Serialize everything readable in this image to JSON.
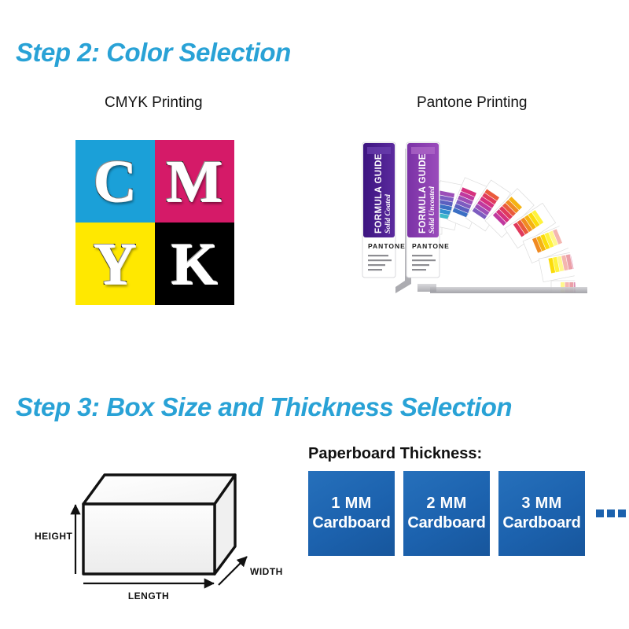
{
  "step2": {
    "heading": "Step 2: Color Selection",
    "cmyk": {
      "label": "CMYK Printing",
      "cells": [
        {
          "letter": "C",
          "name": "cyan",
          "bg": "#1ba0d8"
        },
        {
          "letter": "M",
          "name": "magenta",
          "bg": "#d51a68"
        },
        {
          "letter": "Y",
          "name": "yellow",
          "bg": "#ffe800"
        },
        {
          "letter": "K",
          "name": "key-black",
          "bg": "#000000"
        }
      ]
    },
    "pantone": {
      "label": "Pantone Printing",
      "guides": [
        {
          "title": "FORMULA GUIDE",
          "subtitle": "Solid Coated",
          "brand": "PANTONE",
          "cover": "#4a1b8c"
        },
        {
          "title": "FORMULA GUIDE",
          "subtitle": "Solid Uncoated",
          "brand": "PANTONE",
          "cover": "#8e3fb0"
        }
      ],
      "fan_colors": [
        "#1e7a5a",
        "#2fa58c",
        "#3cb9c9",
        "#2f8fd0",
        "#3b6fc4",
        "#5a5fc0",
        "#7d5cc0",
        "#9c4fb8",
        "#c0399f",
        "#d6317e",
        "#e03a5c",
        "#ea5a3c",
        "#f08a22",
        "#f5b312",
        "#fbdc0a",
        "#fff33c",
        "#fff78d",
        "#f4b6b0",
        "#eba0a8",
        "#dd8fb5"
      ]
    }
  },
  "step3": {
    "heading": "Step 3: Box Size and Thickness Selection",
    "box": {
      "height_label": "HEIGHT",
      "length_label": "LENGTH",
      "width_label": "WIDTH"
    },
    "thickness": {
      "title": "Paperboard Thickness:",
      "accent": "#1c62ae",
      "cards": [
        {
          "mm": "1 MM",
          "material": "Cardboard"
        },
        {
          "mm": "2 MM",
          "material": "Cardboard"
        },
        {
          "mm": "3 MM",
          "material": "Cardboard"
        }
      ],
      "ellipsis_count": 3
    }
  },
  "theme": {
    "heading_color": "#29a2d6",
    "text_color": "#141414",
    "background": "#ffffff"
  }
}
